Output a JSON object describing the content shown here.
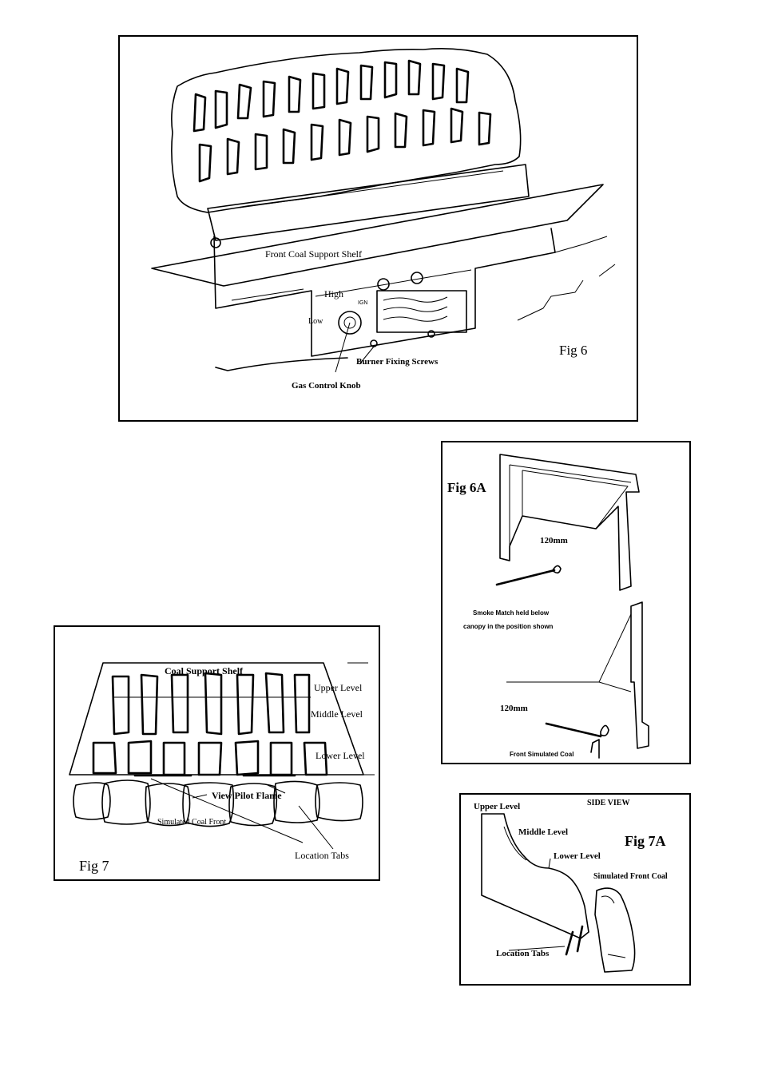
{
  "fig6": {
    "label_front_shelf": "Front Coal Support Shelf",
    "label_high": "High",
    "label_ign": "IGN",
    "label_low": "Low",
    "label_screws": "Burner Fixing Screws",
    "label_knob": "Gas Control Knob",
    "fig_title": "Fig 6"
  },
  "fig6a": {
    "fig_title": "Fig 6A",
    "dim_top": "120mm",
    "note_line1": "Smoke Match held below",
    "note_line2": "canopy in the position shown",
    "dim_bottom": "120mm",
    "label_front_coal": "Front Simulated Coal"
  },
  "fig7": {
    "label_shelf": "Coal Support Shelf",
    "label_upper": "Upper Level",
    "label_middle": "Middle Level",
    "label_lower": "Lower Level",
    "label_pilot": "View Pilot Flame",
    "label_front": "Simulated Coal Front",
    "label_tabs": "Location Tabs",
    "fig_title": "Fig 7"
  },
  "fig7a": {
    "label_upper": "Upper Level",
    "label_side": "SIDE VIEW",
    "label_middle": "Middle Level",
    "fig_title": "Fig 7A",
    "label_lower": "Lower Level",
    "label_front": "Simulated Front Coal",
    "label_tabs": "Location Tabs"
  }
}
